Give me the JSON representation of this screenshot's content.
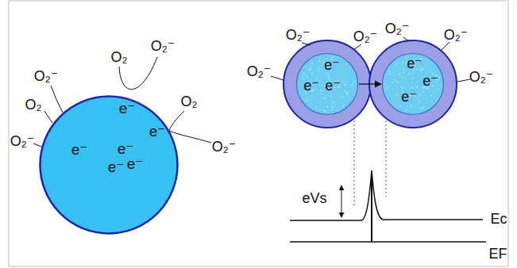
{
  "diagram": {
    "nodes": [
      {
        "text": [
          "e⁻",
          "e⁻",
          "e⁻",
          "e⁻",
          "e⁻",
          "e⁻"
        ]
      },
      {
        "text": [
          "e⁻",
          "e⁻",
          "e⁻"
        ]
      },
      {
        "text": [
          "e⁻",
          "e⁻",
          "e⁻"
        ]
      }
    ],
    "edges": [
      {
        "from": 1,
        "to": 2,
        "arrow": "to"
      }
    ],
    "labels": [
      "O₂⁻",
      "O₂",
      "O₂⁻",
      "O₂",
      "O₂",
      "O₂⁻",
      "O₂⁻",
      "O₂⁻",
      "O₂⁻",
      "O₂⁻",
      "O₂⁻",
      "O₂⁻",
      "O₂⁻",
      "eVs",
      "Ec",
      "EF"
    ]
  }
}
